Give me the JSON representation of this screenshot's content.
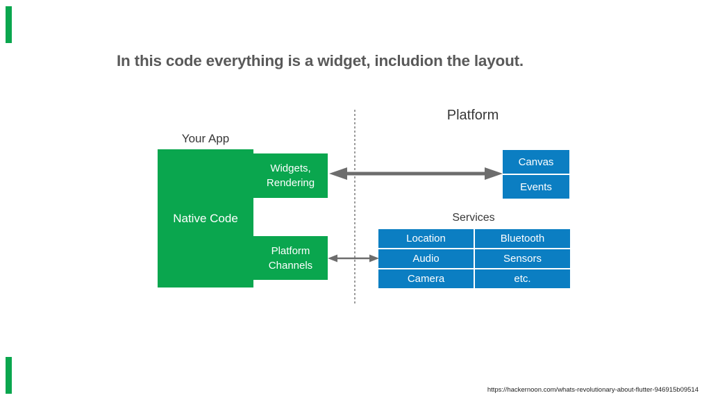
{
  "colors": {
    "green": "#0aa64e",
    "blue": "#0b7ec2",
    "arrow": "#6d6d6d",
    "dash": "#9b9b9b",
    "title": "#595959",
    "label": "#373737",
    "box_text": "#ffffff",
    "url": "#212121"
  },
  "title": "In this code everything is a widget, includion the layout.",
  "diagram": {
    "app": {
      "label": "Your App",
      "native_code": "Native Code",
      "widgets": {
        "line1": "Widgets,",
        "line2": "Rendering"
      },
      "channels": {
        "line1": "Platform",
        "line2": "Channels"
      }
    },
    "platform": {
      "label": "Platform",
      "canvas": "Canvas",
      "events": "Events",
      "services_label": "Services",
      "services": [
        "Location",
        "Bluetooth",
        "Audio",
        "Sensors",
        "Camera",
        "etc."
      ]
    }
  },
  "footer": {
    "url": "https://hackernoon.com/whats-revolutionary-about-flutter-946915b09514"
  }
}
